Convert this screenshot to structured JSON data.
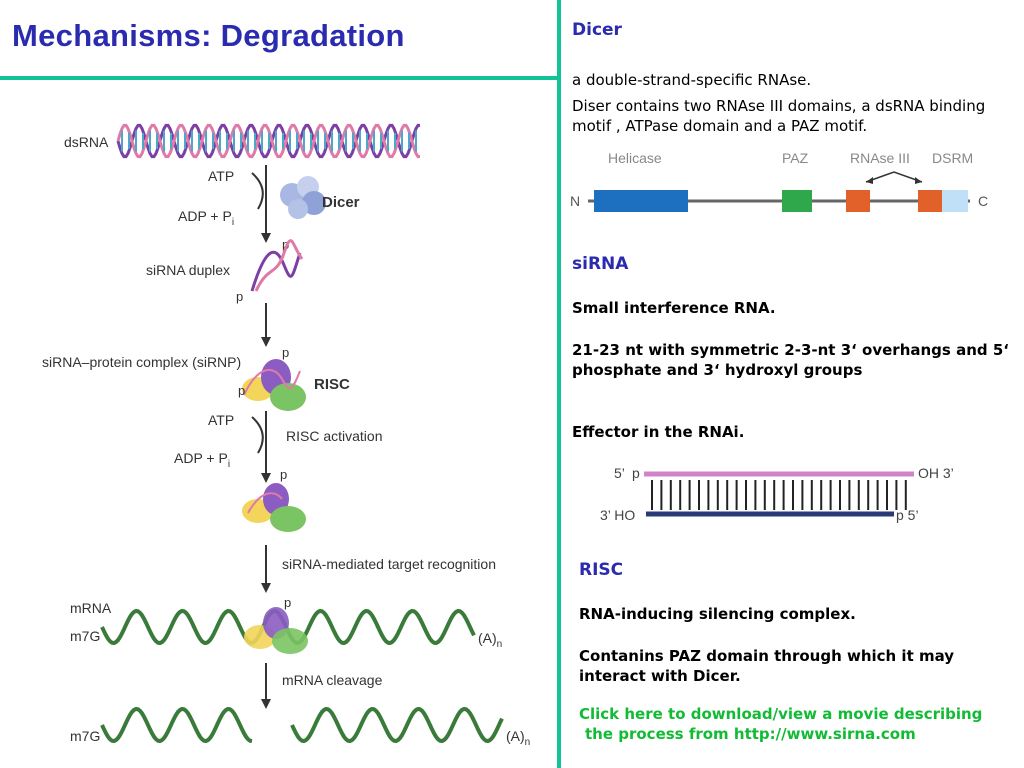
{
  "slide": {
    "title": "Mechanisms: Degradation",
    "accent_color": "#12c397",
    "heading_color": "#2b2bb0",
    "link_color": "#11bb33"
  },
  "pathway": {
    "dsrna": "dsRNA",
    "atp1": "ATP",
    "adp1": "ADP + P",
    "adp1_sub": "i",
    "dicer": "Dicer",
    "p_label": "p",
    "sirna_duplex": "siRNA duplex",
    "sirnp": "siRNA–protein complex (siRNP)",
    "risc": "RISC",
    "atp2": "ATP",
    "adp2": "ADP + P",
    "adp2_sub": "i",
    "risc_activation": "RISC activation",
    "target_recognition": "siRNA-mediated target recognition",
    "mrna": "mRNA",
    "m7g_1": "m7G",
    "polya_1": "(A)",
    "polya_1_sub": "n",
    "mrna_cleavage": "mRNA cleavage",
    "m7g_2": "m7G",
    "polya_2": "(A)",
    "polya_2_sub": "n"
  },
  "dicer_section": {
    "heading": "Dicer",
    "p1": "a double-strand-specific RNAse.",
    "p2": "Diser contains two RNAse III domains, a dsRNA binding motif , ATPase domain and a PAZ motif.",
    "domain_labels": {
      "helicase": "Helicase",
      "paz": "PAZ",
      "rnase3": "RNAse III",
      "dsrm": "DSRM",
      "n_term": "N",
      "c_term": "C"
    }
  },
  "sirna_section": {
    "heading": "siRNA",
    "line1": "Small interference RNA.",
    "line2": "21-23 nt with symmetric 2-3-nt 3‘ overhangs and 5‘ phosphate and 3‘ hydroxyl groups",
    "line3": "Effector in the RNAi.",
    "diagram": {
      "top_left": "5’",
      "top_p": "p",
      "top_right": "OH  3’",
      "bot_left": "3’  HO",
      "bot_right": "p  5’"
    }
  },
  "risc_section": {
    "heading": "RISC",
    "line1": "RNA-inducing silencing complex.",
    "line2": "Contanins PAZ domain through which it may interact with Dicer.",
    "link_line1": "Click here to download/view a movie describing",
    "link_line2": "the process from http://www.sirna.com"
  }
}
